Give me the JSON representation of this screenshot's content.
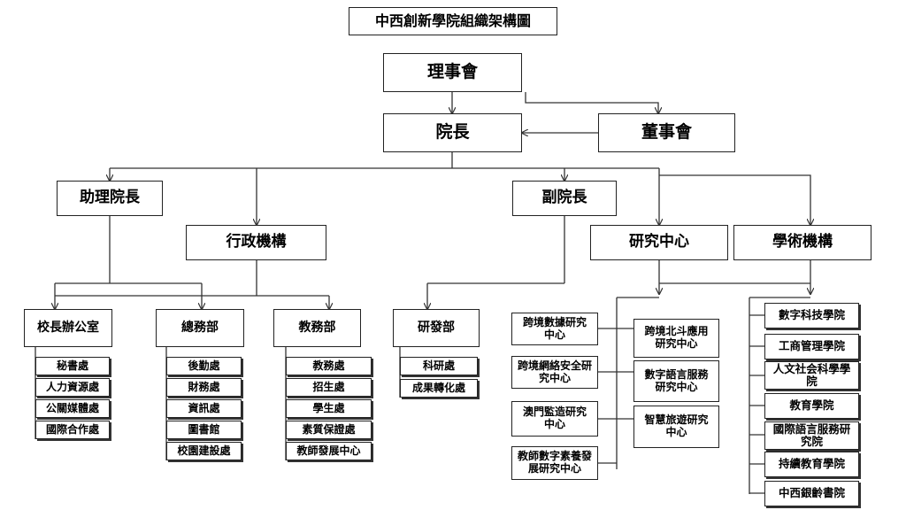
{
  "title": "中西創新學院組織架構圖",
  "top": {
    "board_of_governors": "理事會",
    "president": "院長",
    "board_of_directors": "董事會"
  },
  "level2": {
    "assistant_president": "助理院長",
    "vice_president": "副院長"
  },
  "level3": {
    "administration": "行政機構",
    "research_centres": "研究中心",
    "academic_units": "學術機構"
  },
  "offices": [
    {
      "name": "校長辦公室",
      "subunits": [
        "秘書處",
        "人力資源處",
        "公關媒體處",
        "國際合作處"
      ]
    },
    {
      "name": "總務部",
      "subunits": [
        "後勤處",
        "財務處",
        "資訊處",
        "圖書館",
        "校園建設處"
      ]
    },
    {
      "name": "教務部",
      "subunits": [
        "教務處",
        "招生處",
        "學生處",
        "素質保證處",
        "教師發展中心"
      ]
    },
    {
      "name": "研發部",
      "subunits": [
        "科研處",
        "成果轉化處"
      ]
    }
  ],
  "research_left": [
    "跨境數據研究中心",
    "跨境網絡安全研究中心",
    "澳門監造研究中心",
    "教師數字素養發展研究中心"
  ],
  "research_right": [
    "跨境北斗應用研究中心",
    "數字語言服務研究中心",
    "智慧旅遊研究中心"
  ],
  "academic": [
    "數字科技學院",
    "工商管理學院",
    "人文社会科學學院",
    "教育學院",
    "國際語言服務研究院",
    "持續教育學院",
    "中西銀齡書院"
  ]
}
